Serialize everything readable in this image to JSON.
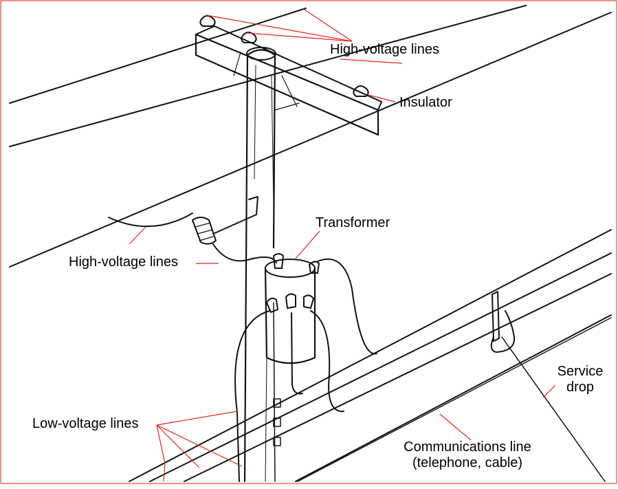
{
  "labels": {
    "high_voltage_top": "High-voltage lines",
    "insulator": "Insulator",
    "transformer": "Transformer",
    "high_voltage_left": "High-voltage lines",
    "service_drop": "Service\ndrop",
    "low_voltage": "Low-voltage lines",
    "communications": "Communications line\n(telephone, cable)"
  },
  "colors": {
    "leader": "#e2231a",
    "ink": "#111111",
    "frame": "#e2231a",
    "background": "#ffffff"
  }
}
